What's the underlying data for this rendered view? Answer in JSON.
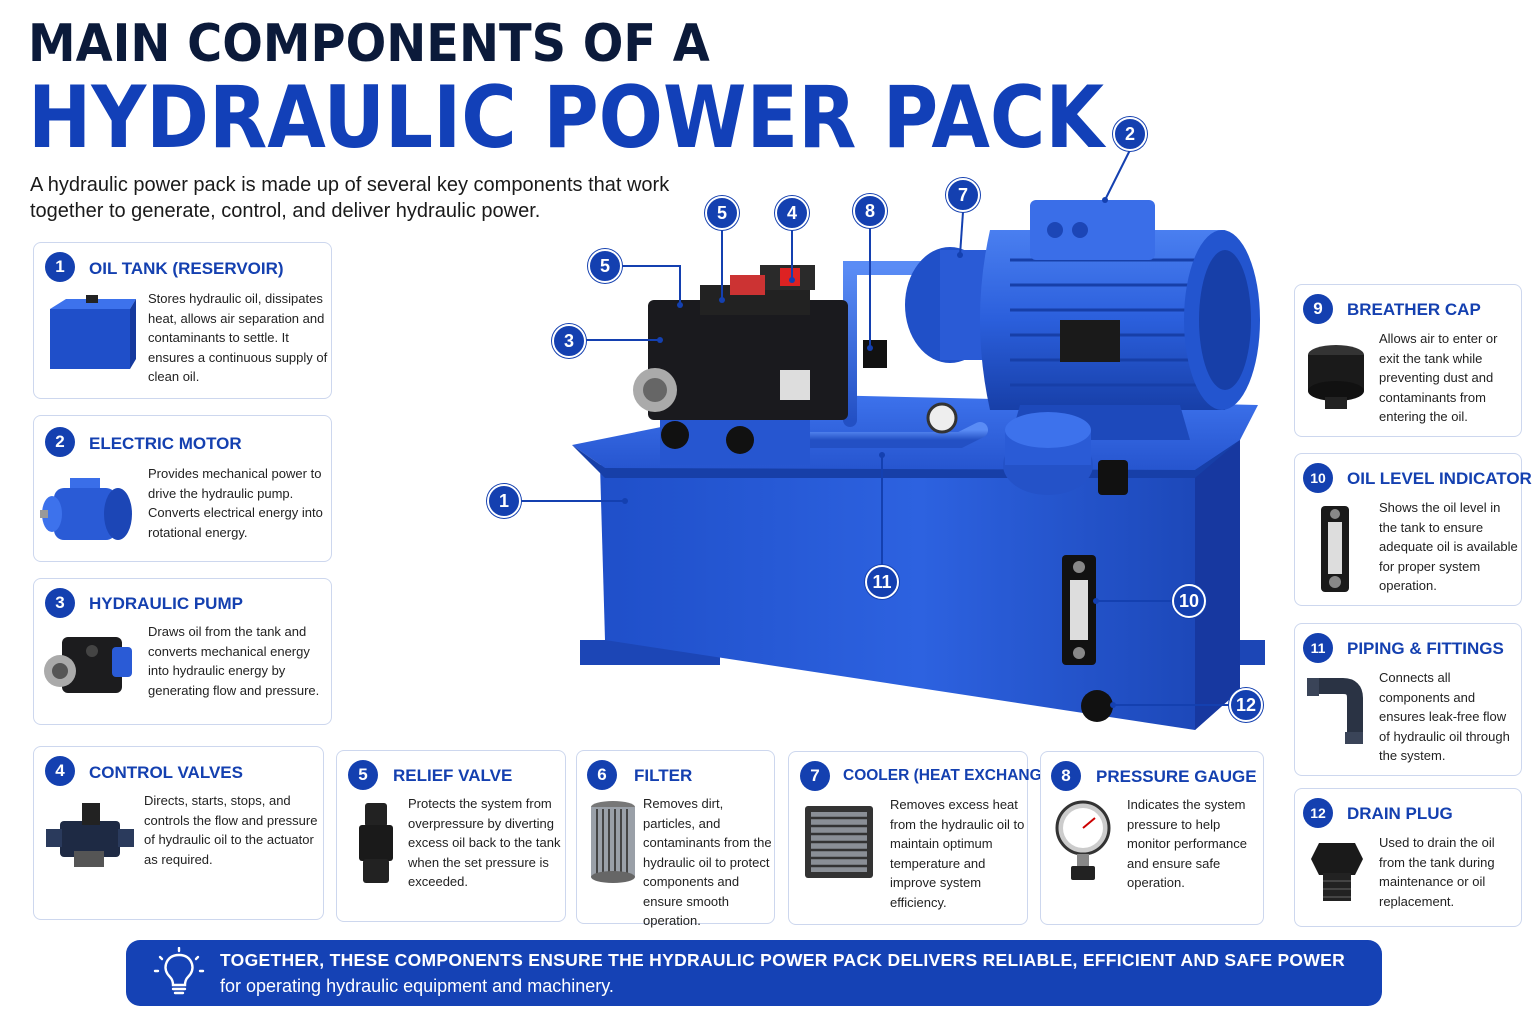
{
  "header": {
    "title_line1": "MAIN COMPONENTS OF A",
    "title_line2": "HYDRAULIC POWER PACK",
    "subtitle": "A hydraulic power pack is made up of several key components that work together to generate, control, and deliver hydraulic power."
  },
  "components": [
    {
      "num": "1",
      "title": "OIL TANK (RESERVOIR)",
      "desc": "Stores hydraulic oil, dissipates heat, allows air separation and contaminants to settle. It ensures a continuous supply of clean oil.",
      "icon": "oil-tank-icon"
    },
    {
      "num": "2",
      "title": "ELECTRIC MOTOR",
      "desc": "Provides mechanical power to drive the hydraulic pump. Converts electrical energy into rotational energy.",
      "icon": "electric-motor-icon"
    },
    {
      "num": "3",
      "title": "HYDRAULIC PUMP",
      "desc": "Draws oil from the tank and converts mechanical energy into hydraulic energy by generating flow and pressure.",
      "icon": "hydraulic-pump-icon"
    },
    {
      "num": "4",
      "title": "CONTROL VALVES",
      "desc": "Directs, starts, stops, and controls the flow and pressure of hydraulic oil to the actuator as required.",
      "icon": "control-valve-icon"
    },
    {
      "num": "5",
      "title": "RELIEF VALVE",
      "desc": "Protects the system from overpressure by diverting excess oil back to the tank when the set pressure is exceeded.",
      "icon": "relief-valve-icon"
    },
    {
      "num": "6",
      "title": "FILTER",
      "desc": "Removes dirt, particles, and contaminants from the hydraulic oil to protect components and ensure smooth operation.",
      "icon": "filter-icon"
    },
    {
      "num": "7",
      "title": "COOLER (HEAT EXCHANGER)",
      "desc": "Removes excess heat from the hydraulic oil to maintain optimum temperature and improve system efficiency.",
      "icon": "cooler-icon"
    },
    {
      "num": "8",
      "title": "PRESSURE GAUGE",
      "desc": "Indicates the system pressure to help monitor performance and ensure safe operation.",
      "icon": "pressure-gauge-icon"
    },
    {
      "num": "9",
      "title": "BREATHER CAP",
      "desc": "Allows air to enter or exit the tank while preventing dust and contaminants from entering the oil.",
      "icon": "breather-cap-icon"
    },
    {
      "num": "10",
      "title": "OIL LEVEL INDICATOR",
      "desc": "Shows the oil level in the tank to ensure adequate oil is available for proper system operation.",
      "icon": "oil-level-indicator-icon"
    },
    {
      "num": "11",
      "title": "PIPING & FITTINGS",
      "desc": "Connects all components and ensures leak-free flow of hydraulic oil through the system.",
      "icon": "pipe-fitting-icon"
    },
    {
      "num": "12",
      "title": "DRAIN PLUG",
      "desc": "Used to drain the oil from the tank during maintenance or oil replacement.",
      "icon": "drain-plug-icon"
    }
  ],
  "callouts": [
    "1",
    "2",
    "3",
    "4",
    "5",
    "5",
    "7",
    "8",
    "10",
    "11",
    "12"
  ],
  "banner": {
    "line1": "TOGETHER, THESE COMPONENTS ENSURE THE HYDRAULIC POWER PACK DELIVERS RELIABLE, EFFICIENT AND SAFE POWER",
    "line2": "for operating hydraulic equipment and machinery.",
    "icon": "lightbulb-icon"
  },
  "colors": {
    "accent": "#1440b0",
    "title_dark": "#0b1a3a",
    "machine_blue": "#2a5bd6",
    "banner": "#1542b5"
  }
}
